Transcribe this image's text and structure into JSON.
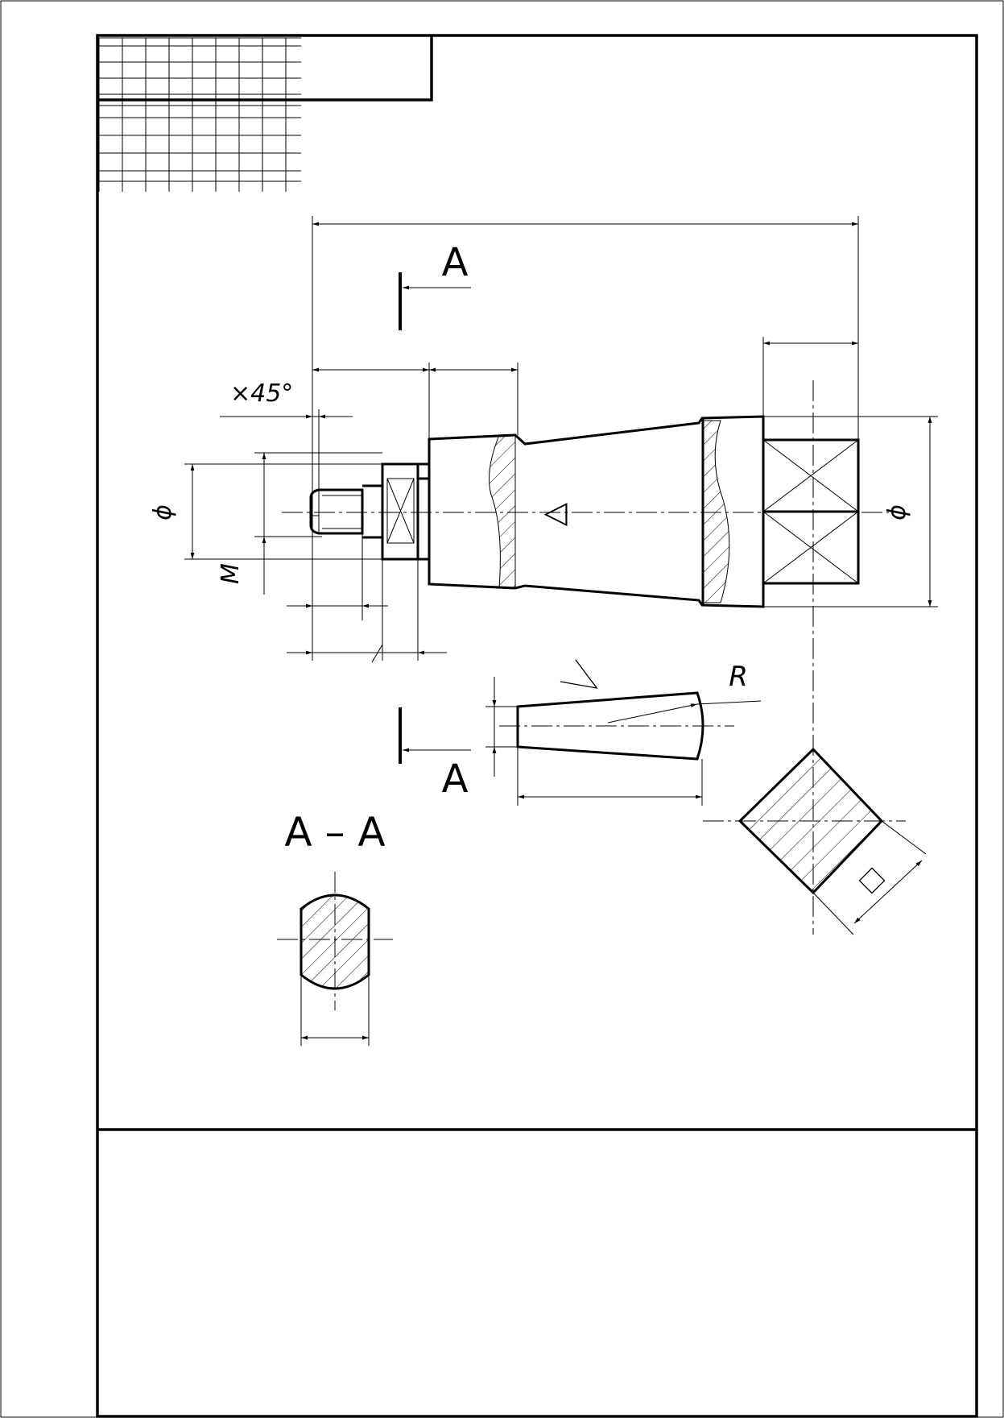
{
  "labels": {
    "section_mark_top": "A",
    "section_mark_bottom": "A",
    "section_title": "A – A",
    "chamfer_note": "×45°",
    "diameter_left": "ϕ",
    "diameter_right": "ϕ",
    "thread_symbol": "M",
    "radius_symbol": "R",
    "taper_symbol": "◁",
    "square_symbol": "□"
  },
  "icons": [
    "angle-symbol"
  ],
  "colors": {
    "line": "#000000",
    "paper": "#ffffff"
  }
}
